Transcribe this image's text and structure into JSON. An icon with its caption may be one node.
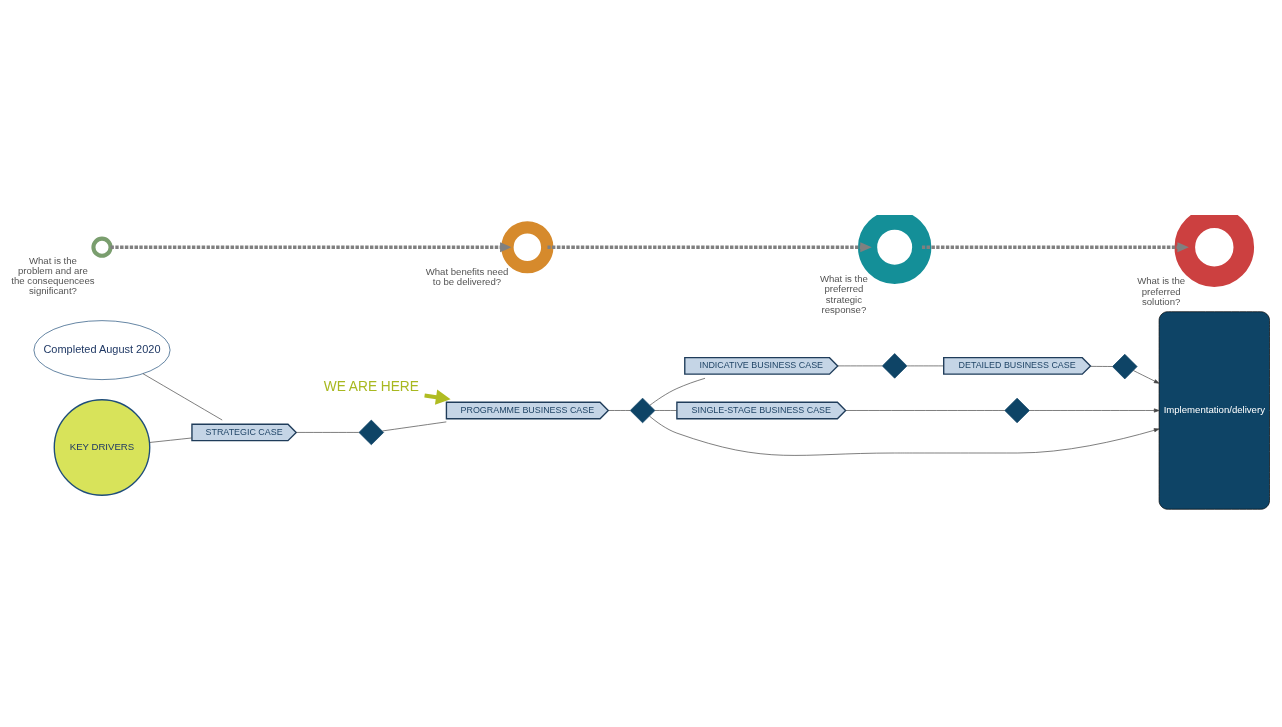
{
  "diagram": {
    "nodes": [
      {
        "text": [
          "WE ARE HERE"
        ]
      },
      {
        "text": [
          "Completed August 2020"
        ]
      },
      {
        "text": [
          "KEY DRIVERS"
        ]
      },
      {
        "text": [
          "STRATEGIC CASE"
        ]
      },
      {
        "text": [],
        "shape": "diamond"
      },
      {
        "text": [
          "PROGRAMME BUSINESS CASE"
        ]
      },
      {
        "text": [],
        "shape": "diamond"
      },
      {
        "text": [
          "INDICATIVE BUSINESS CASE"
        ]
      },
      {
        "text": [],
        "shape": "diamond"
      },
      {
        "text": [
          "DETAILED BUSINESS CASE"
        ]
      },
      {
        "text": [],
        "shape": "diamond"
      },
      {
        "text": [
          "SINGLE-STAGE BUSINESS CASE"
        ]
      },
      {
        "text": [],
        "shape": "diamond"
      },
      {
        "text": [
          "Implementation/delivery"
        ]
      },
      {
        "text": [],
        "shape": "circle",
        "beside": [
          "What is the problem and are the consequencees significant?"
        ]
      },
      {
        "text": [],
        "shape": "circle",
        "beside": [
          "What benefits need to be delivered?"
        ]
      },
      {
        "text": [],
        "shape": "circle",
        "beside": [
          "What is the preferred strategic response?"
        ]
      },
      {
        "text": [],
        "shape": "circle",
        "beside": [
          "What is the preferred solution?"
        ]
      }
    ],
    "edges": [
      {
        "from": 0,
        "to": 5,
        "arrow": "to",
        "style": "thick",
        "color": "#b0bc22"
      },
      {
        "from": 1,
        "to": 3,
        "arrow": "none"
      },
      {
        "from": 2,
        "to": 3,
        "arrow": "none"
      },
      {
        "from": 3,
        "to": 4,
        "arrow": "none"
      },
      {
        "from": 4,
        "to": 5,
        "arrow": "none"
      },
      {
        "from": 5,
        "to": 6,
        "arrow": "none"
      },
      {
        "from": 6,
        "to": 7,
        "arrow": "none"
      },
      {
        "from": 7,
        "to": 8,
        "arrow": "none"
      },
      {
        "from": 8,
        "to": 9,
        "arrow": "none"
      },
      {
        "from": 9,
        "to": 10,
        "arrow": "none"
      },
      {
        "from": 10,
        "to": 13,
        "arrow": "to"
      },
      {
        "from": 6,
        "to": 11,
        "arrow": "none"
      },
      {
        "from": 11,
        "to": 12,
        "arrow": "none"
      },
      {
        "from": 12,
        "to": 13,
        "arrow": "to"
      },
      {
        "from": 6,
        "to": 13,
        "arrow": "to"
      },
      {
        "from": 14,
        "to": 15,
        "arrow": "to",
        "style": "dashed",
        "color": "#808080"
      },
      {
        "from": 15,
        "to": 16,
        "arrow": "to",
        "style": "dashed",
        "color": "#808080"
      },
      {
        "from": 16,
        "to": 17,
        "arrow": "to",
        "style": "dashed",
        "color": "#808080"
      }
    ]
  }
}
